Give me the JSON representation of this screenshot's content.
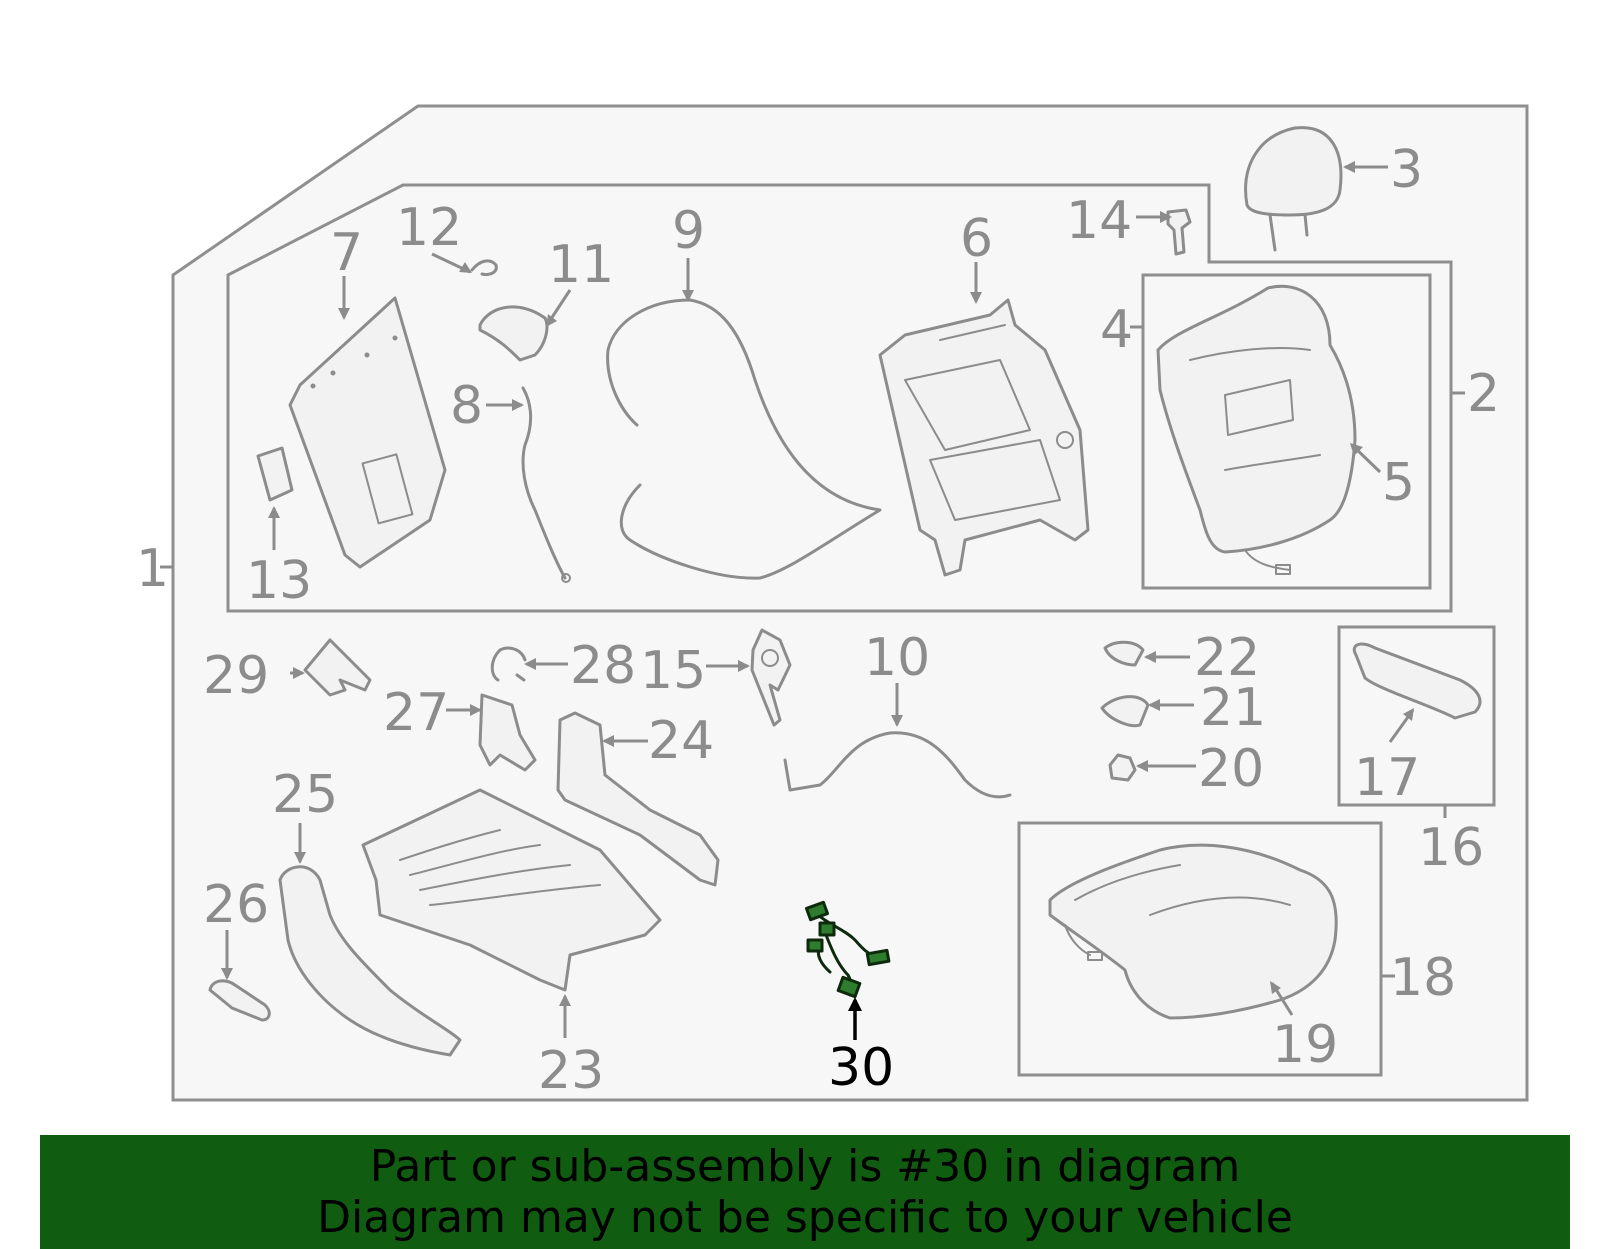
{
  "callouts": {
    "n1": "1",
    "n2": "2",
    "n3": "3",
    "n4": "4",
    "n5": "5",
    "n6": "6",
    "n7": "7",
    "n8": "8",
    "n9": "9",
    "n10": "10",
    "n11": "11",
    "n12": "12",
    "n13": "13",
    "n14": "14",
    "n15": "15",
    "n16": "16",
    "n17": "17",
    "n18": "18",
    "n19": "19",
    "n20": "20",
    "n21": "21",
    "n22": "22",
    "n23": "23",
    "n24": "24",
    "n25": "25",
    "n26": "26",
    "n27": "27",
    "n28": "28",
    "n29": "29",
    "n30": "30"
  },
  "highlighted_part": "30",
  "colors": {
    "highlight": "#2e7d2e",
    "banner": "#105c10",
    "line_art": "#8c8c8c"
  },
  "banner": {
    "line1": "Part or sub-assembly is #30 in diagram",
    "line2": "Diagram may not be specific to your vehicle"
  }
}
